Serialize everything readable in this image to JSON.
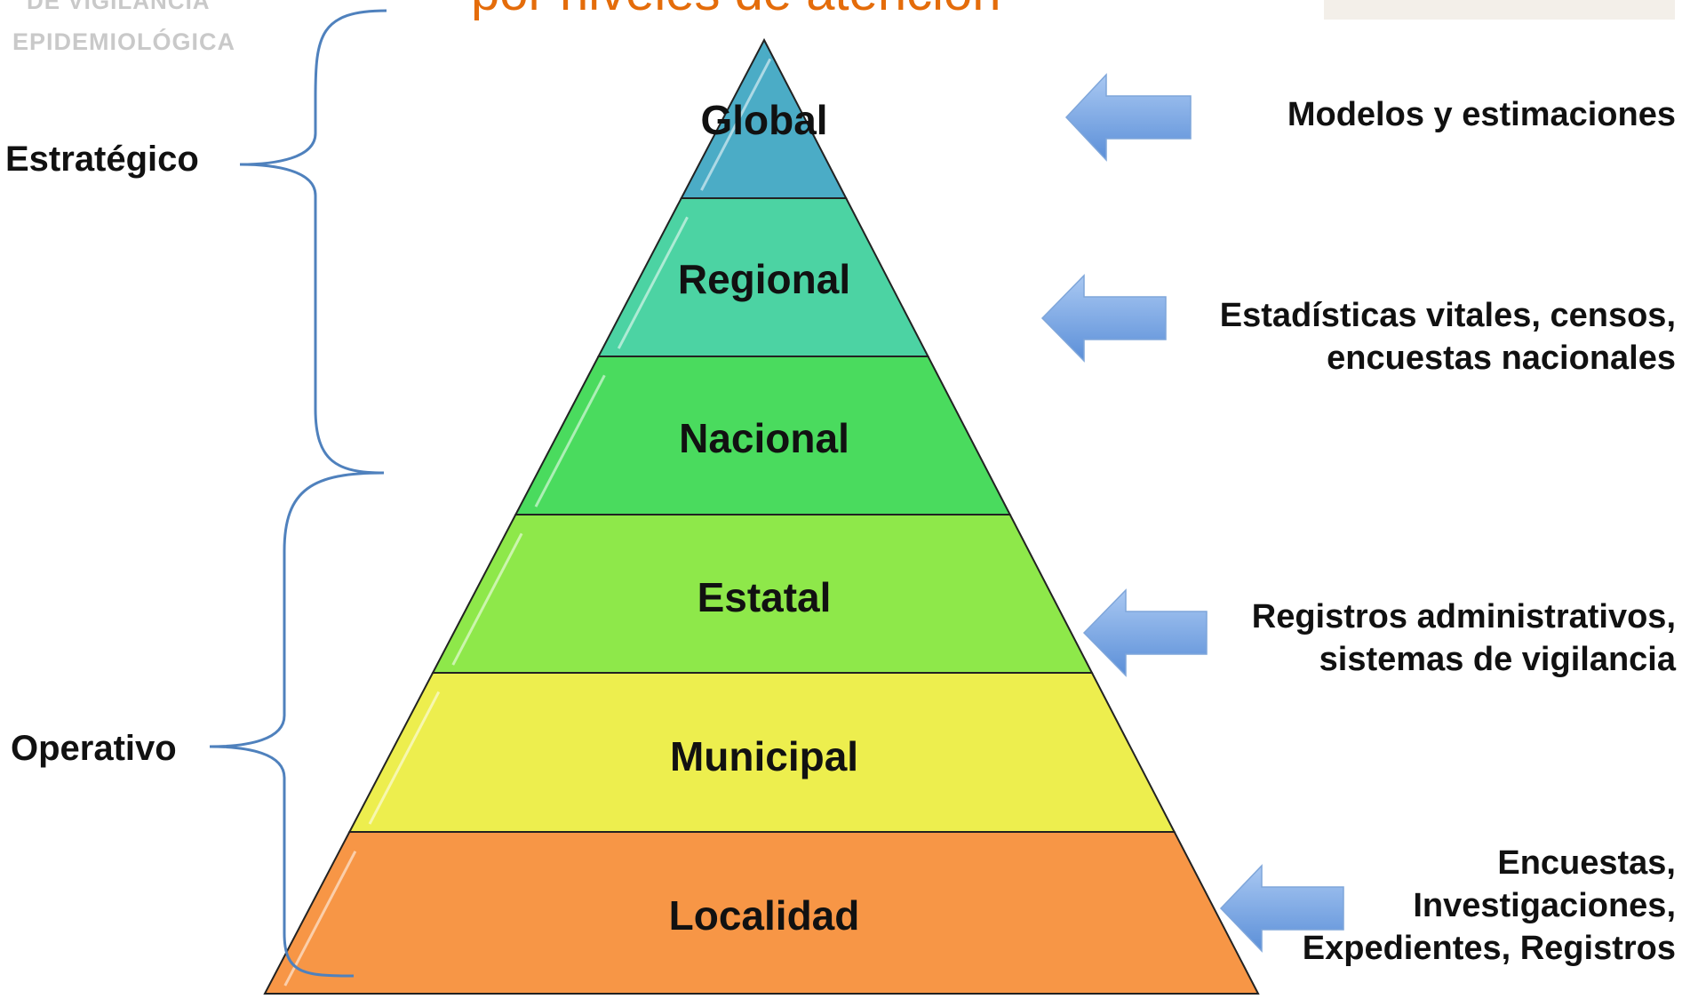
{
  "title": "por niveles de atención",
  "logo": {
    "line1": "DE VIGILANCIA",
    "line2": "EPIDEMIOLÓGICA"
  },
  "levels": [
    {
      "label": "Global",
      "color": "#4BACC6"
    },
    {
      "label": "Regional",
      "color": "#4CD3A3"
    },
    {
      "label": "Nacional",
      "color": "#4ADB5E"
    },
    {
      "label": "Estatal",
      "color": "#8EE84A"
    },
    {
      "label": "Municipal",
      "color": "#EDEE4E"
    },
    {
      "label": "Localidad",
      "color": "#F79646"
    }
  ],
  "groups": [
    {
      "label": "Estratégico"
    },
    {
      "label": "Operativo"
    }
  ],
  "sources": [
    {
      "lines": [
        "Modelos y estimaciones"
      ]
    },
    {
      "lines": [
        "Estadísticas vitales, censos,",
        "encuestas nacionales"
      ]
    },
    {
      "lines": [
        "Registros administrativos,",
        "sistemas de vigilancia"
      ]
    },
    {
      "lines": [
        "Encuestas,",
        "Investigaciones,",
        "Expedientes, Registros"
      ]
    }
  ],
  "colors": {
    "title": "#E46C0A",
    "brace": "#4F81BD",
    "arrow": "#6E9EE0",
    "outline": "#222222"
  }
}
